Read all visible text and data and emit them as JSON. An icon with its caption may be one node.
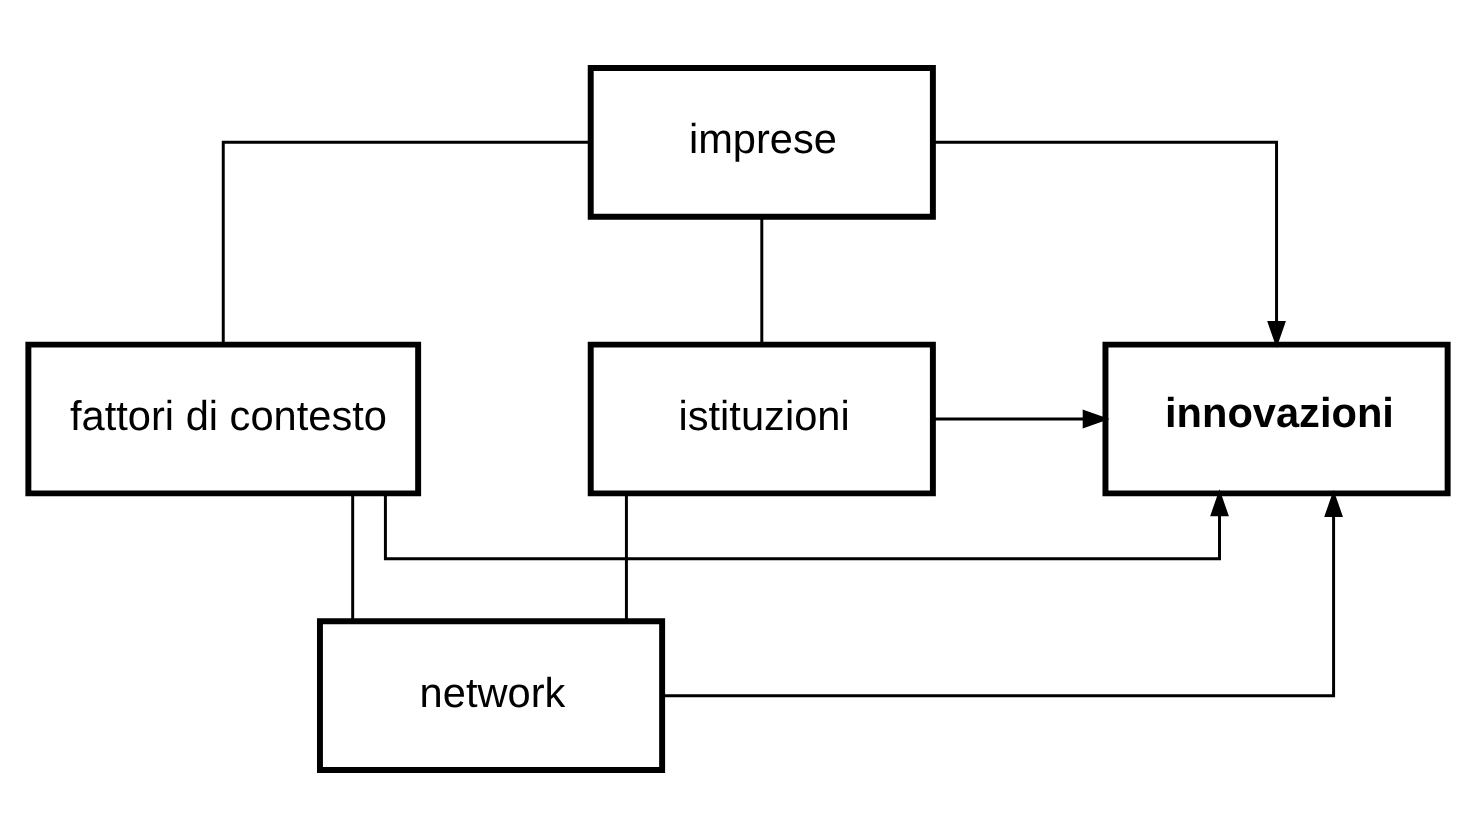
{
  "diagram": {
    "nodes": [
      {
        "text": [
          "imprese"
        ]
      },
      {
        "text": [
          "fattori di contesto"
        ]
      },
      {
        "text": [
          "innovazioni"
        ]
      },
      {
        "text": [
          "istituzioni"
        ]
      },
      {
        "text": [
          "network"
        ]
      }
    ],
    "edges": [
      {
        "from": 0,
        "to": 1,
        "arrow": "none"
      },
      {
        "from": 0,
        "to": 3,
        "arrow": "none"
      },
      {
        "from": 0,
        "to": 2,
        "arrow": "to"
      },
      {
        "from": 1,
        "to": 2,
        "arrow": "to"
      },
      {
        "from": 3,
        "to": 2,
        "arrow": "to"
      },
      {
        "from": 4,
        "to": 2,
        "arrow": "to"
      },
      {
        "from": 1,
        "to": 4,
        "arrow": "none"
      },
      {
        "from": 3,
        "to": 4,
        "arrow": "none"
      }
    ]
  }
}
